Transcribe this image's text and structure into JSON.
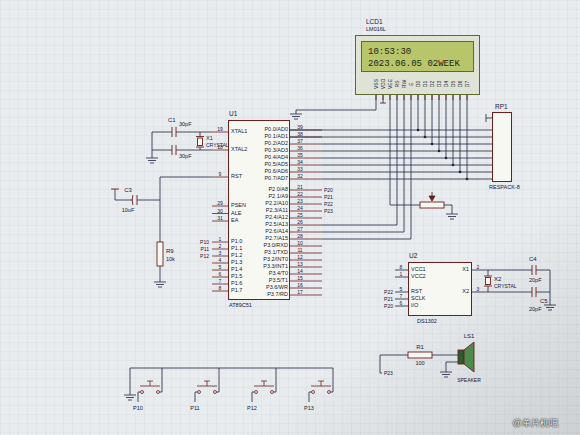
{
  "diagram": {
    "nodes": [
      {
        "text": [
          "LCD1",
          "LM016L"
        ]
      },
      {
        "text": [
          "10:53:30",
          "2023.06.05 02WEEK"
        ],
        "in": 0
      },
      {
        "text": [
          "RP1",
          "RESPACK-8"
        ]
      },
      {
        "text": [
          "U1",
          "AT89C51"
        ]
      },
      {
        "text": [
          "U2",
          "DS1302"
        ]
      }
    ],
    "edges": [
      {
        "from": 3,
        "to": 0,
        "arrow": "none"
      },
      {
        "from": 3,
        "to": 2,
        "arrow": "none"
      }
    ],
    "labels": [
      "C1",
      "30pF",
      "30pF",
      "X1",
      "CRYSTAL",
      "C3",
      "10uF",
      "R9",
      "10k",
      "P10",
      "P11",
      "P12",
      "XTAL1",
      "XTAL2",
      "RST",
      "PSEN",
      "ALE",
      "EA",
      "P1.0",
      "P1.1",
      "P1.2",
      "P1.3",
      "P1.4",
      "P1.5",
      "P1.6",
      "P1.7",
      "19",
      "18",
      "9",
      "29",
      "30",
      "31",
      "1",
      "2",
      "3",
      "4",
      "5",
      "6",
      "7",
      "8",
      "P0.0/AD0",
      "P0.1/AD1",
      "P0.2/AD2",
      "P0.3/AD3",
      "P0.4/AD4",
      "P0.5/AD5",
      "P0.6/AD6",
      "P0.7/AD7",
      "P2.0/A8",
      "P2.1/A9",
      "P2.2/A10",
      "P2.3/A11",
      "P2.4/A12",
      "P2.5/A13",
      "P2.6/A14",
      "P2.7/A15",
      "P3.0/RXD",
      "P3.1/TXD",
      "P3.2/INT0",
      "P3.3/INT1",
      "P3.4/T0",
      "P3.5/T1",
      "P3.6/WR",
      "P3.7/RD",
      "39",
      "38",
      "37",
      "36",
      "35",
      "34",
      "33",
      "32",
      "21",
      "22",
      "23",
      "24",
      "25",
      "26",
      "27",
      "28",
      "10",
      "11",
      "12",
      "13",
      "14",
      "15",
      "16",
      "17",
      "P20",
      "P21",
      "P22",
      "P23",
      "VSS",
      "VDD",
      "VEE",
      "RS",
      "RW",
      "E",
      "D0",
      "D1",
      "D2",
      "D3",
      "D4",
      "D5",
      "D6",
      "D7",
      "VCC1",
      "VCC2",
      "RST",
      "SCLK",
      "I/O",
      "X1",
      "X2",
      "8",
      "1",
      "5",
      "7",
      "6",
      "2",
      "3",
      "P22",
      "P21",
      "P20",
      "X2",
      "CRYSTAL",
      "C4",
      "20pF",
      "C5",
      "20pF",
      "R1",
      "100",
      "P23",
      "LS1",
      "SPEAKER",
      "P10",
      "P11",
      "P12",
      "P13",
      "@单片机吧"
    ]
  }
}
